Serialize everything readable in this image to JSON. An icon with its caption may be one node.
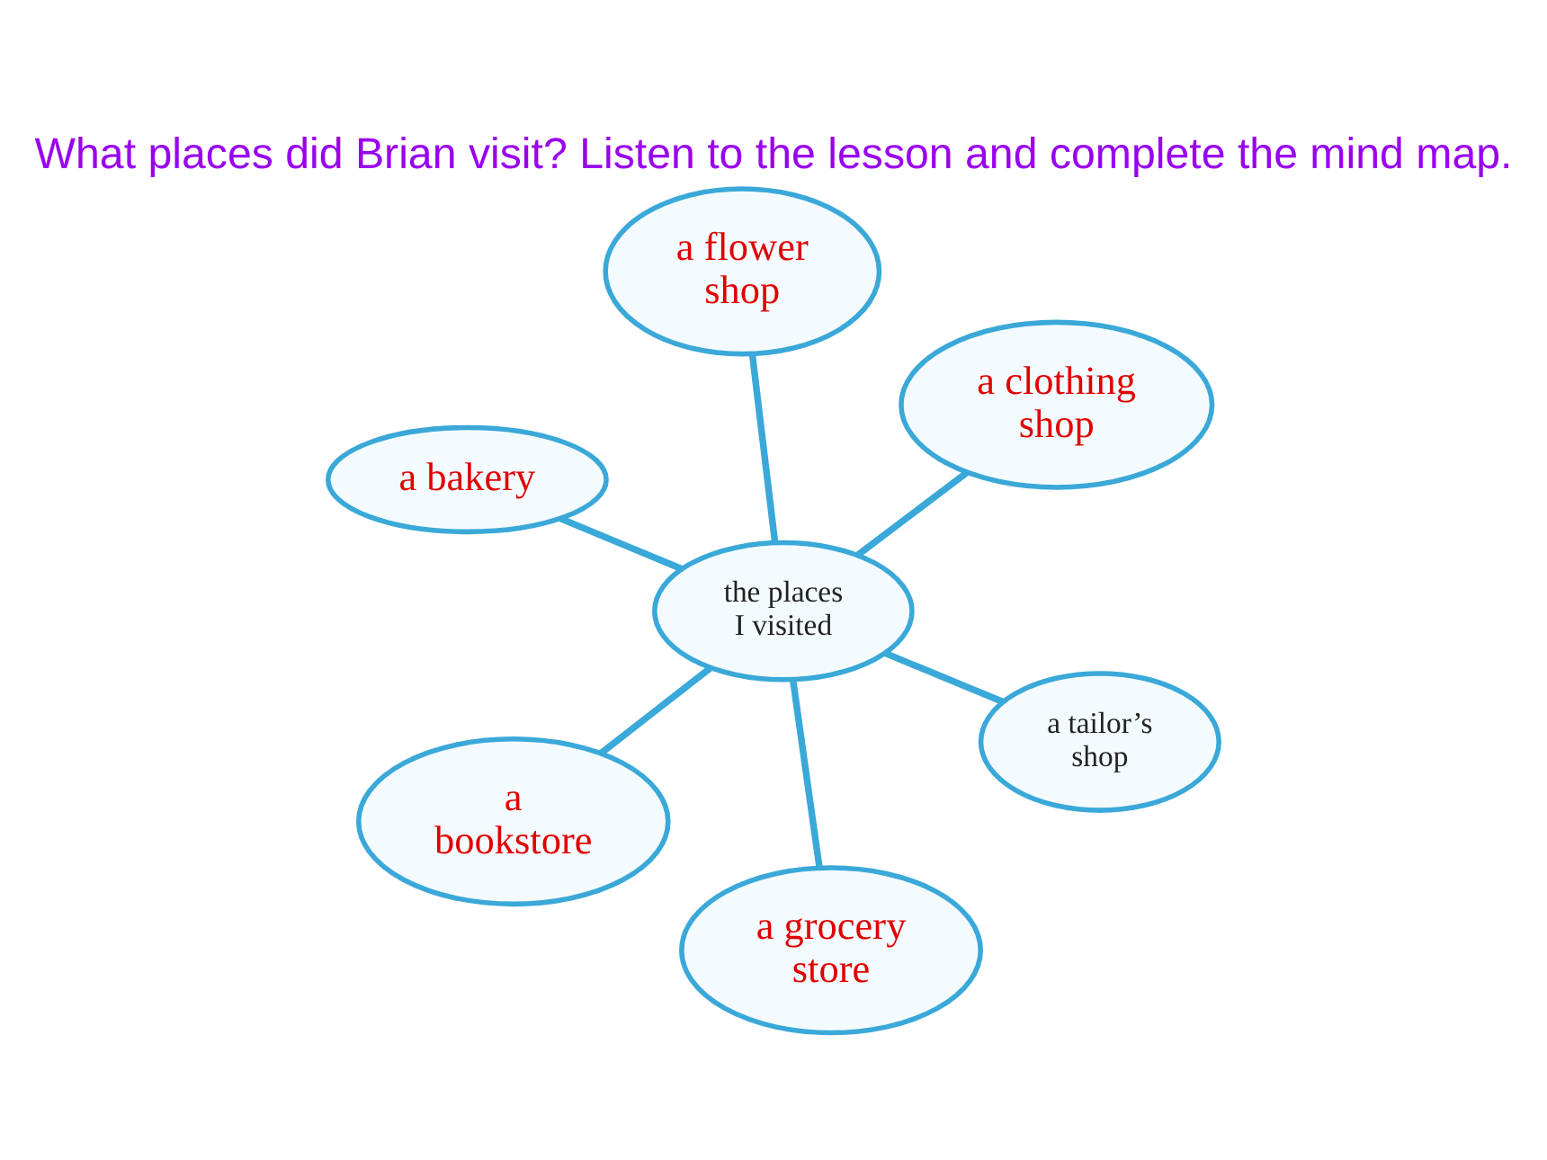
{
  "diagram": {
    "title": "What places did Brian visit? Listen to the lesson and complete the mind map.",
    "nodes": [
      {
        "text": [
          "a bakery"
        ]
      },
      {
        "text": [
          "a tailor’s shop"
        ]
      },
      {
        "text": [
          "a grocery store"
        ]
      },
      {
        "text": [
          "the places I visited"
        ]
      },
      {
        "text": [
          "a clothing shop"
        ]
      },
      {
        "text": [
          "a flower shop"
        ]
      },
      {
        "text": [
          "a bookstore"
        ]
      }
    ],
    "edges": [
      {
        "from": 3,
        "to": 0,
        "arrow": "none"
      },
      {
        "from": 3,
        "to": 1,
        "arrow": "none"
      },
      {
        "from": 3,
        "to": 2,
        "arrow": "none"
      },
      {
        "from": 3,
        "to": 4,
        "arrow": "none"
      },
      {
        "from": 3,
        "to": 5,
        "arrow": "none"
      },
      {
        "from": 3,
        "to": 6,
        "arrow": "none"
      }
    ]
  }
}
